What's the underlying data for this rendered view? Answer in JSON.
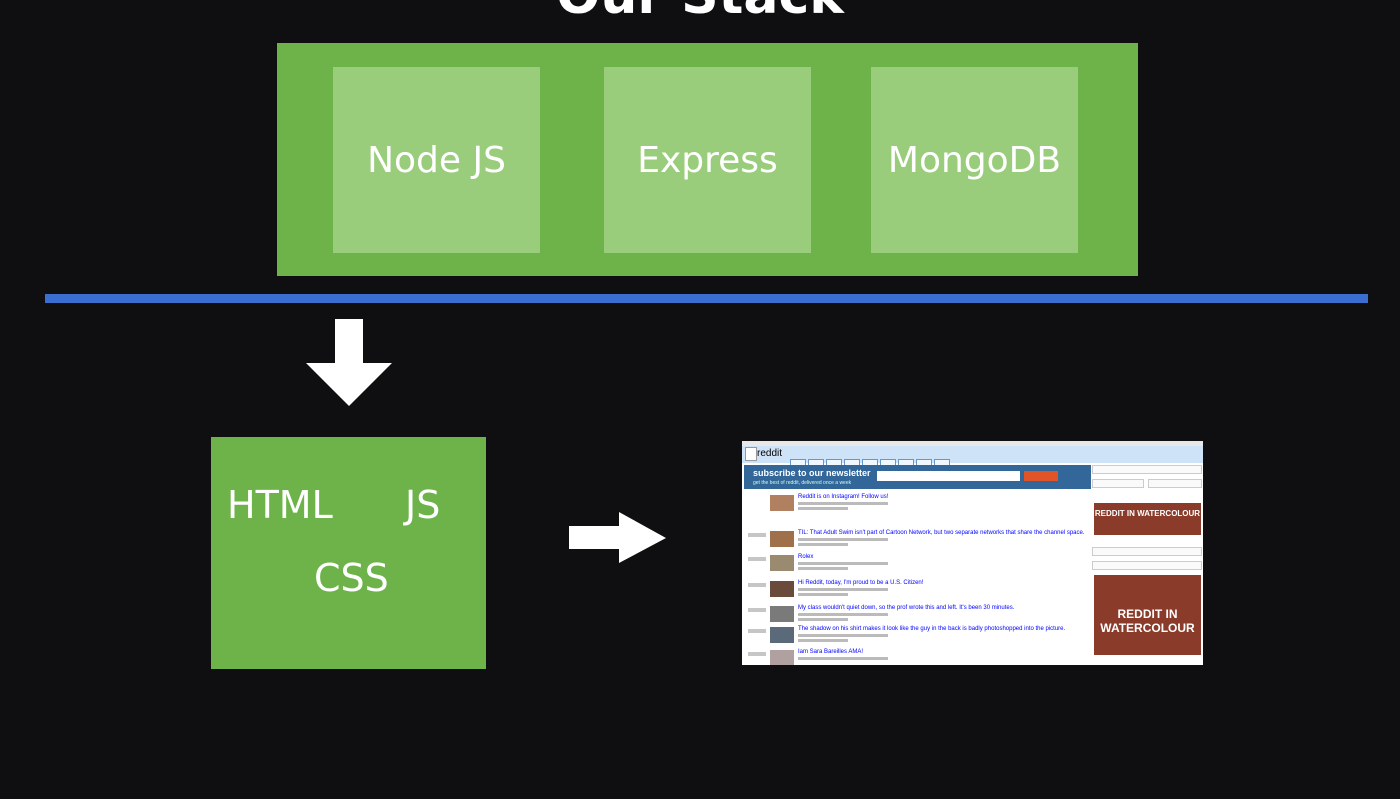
{
  "slide": {
    "title": "Our Stack"
  },
  "backend": {
    "items": [
      {
        "label": "Node JS"
      },
      {
        "label": "Express"
      },
      {
        "label": "MongoDB"
      }
    ]
  },
  "frontend": {
    "html": "HTML",
    "js": "JS",
    "css": "CSS"
  },
  "result_screenshot": {
    "brand": "reddit",
    "banner_title": "subscribe to our newsletter",
    "banner_subtitle": "get the best of reddit, delivered once a week",
    "ad_text": "REDDIT IN WATERCOLOUR",
    "posts": [
      "Reddit is on Instagram! Follow us!",
      "TIL: That Adult Swim isn't part of Cartoon Network, but two separate networks that share the channel space.",
      "Rolex",
      "Hi Reddit, today, I'm proud to be a U.S. Citizen!",
      "My class wouldn't quiet down, so the prof wrote this and left. It's been 30 minutes.",
      "The shadow on his shirt makes it look like the guy in the back is badly photoshopped into the picture.",
      "Iam Sara Bareilles AMA!"
    ]
  },
  "colors": {
    "background": "#0f0e10",
    "green": "#6db34a",
    "light_green": "#9acd7b",
    "divider_blue": "#3a6ed0",
    "arrow": "#ffffff"
  }
}
